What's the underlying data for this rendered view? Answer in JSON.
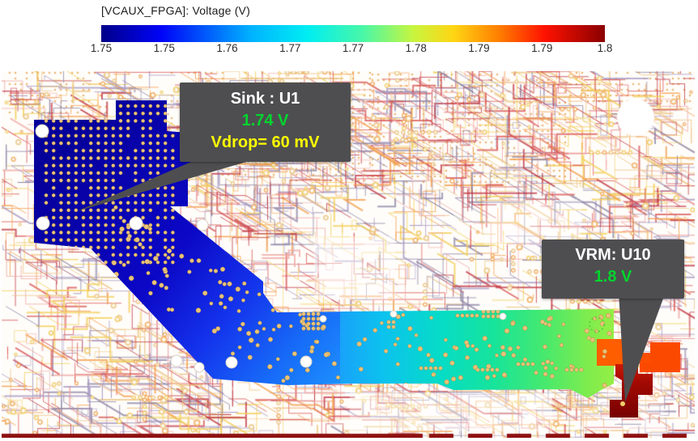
{
  "header": {
    "title": "[VCAUX_FPGA]: Voltage (V)"
  },
  "colorbar": {
    "ticks": [
      "1.75",
      "1.75",
      "1.76",
      "1.77",
      "1.77",
      "1.78",
      "1.79",
      "1.79",
      "1.8"
    ],
    "gradient_stops": [
      "#000089 0%",
      "#0004f8 12%",
      "#00b4ff 30%",
      "#00eef2 41%",
      "#49f7a7 52%",
      "#c8f53f 62%",
      "#ffd514 70%",
      "#ff7e00 79%",
      "#ff1200 88%",
      "#8a0000 100%"
    ]
  },
  "callouts": {
    "sink": {
      "title": "Sink : U1",
      "voltage": "1.74 V",
      "vdrop": "Vdrop= 60 mV"
    },
    "vrm": {
      "title": "VRM: U10",
      "voltage": "1.8 V"
    }
  },
  "colors": {
    "callout_bg": "#4e4e50",
    "callout_title": "#ffffff",
    "value_green": "#00d42e",
    "vdrop_yellow": "#ffff00",
    "net_min_blue": "#06009b",
    "net_max_red": "#8a0000",
    "vrm_orange": "#fe5500",
    "via_tan": "#e7c27a",
    "board_trace_palette": [
      "#f49f4e",
      "#ecc687",
      "#f3cf5a",
      "#d95757",
      "#c23b46",
      "#f0aaa6",
      "#a99bc4",
      "#8f86a8"
    ]
  },
  "chart_data": {
    "type": "heatmap",
    "title": "[VCAUX_FPGA]: Voltage (V)",
    "colorbar_tick_labels": [
      1.75,
      1.75,
      1.76,
      1.77,
      1.77,
      1.78,
      1.79,
      1.79,
      1.8
    ],
    "value_range_v": [
      1.75,
      1.8
    ],
    "colormap": "jet",
    "legend_position": "top",
    "annotations": [
      {
        "label": "Sink : U1",
        "voltage_v": 1.74,
        "vdrop_mv": 60
      },
      {
        "label": "VRM: U10",
        "voltage_v": 1.8
      }
    ]
  }
}
